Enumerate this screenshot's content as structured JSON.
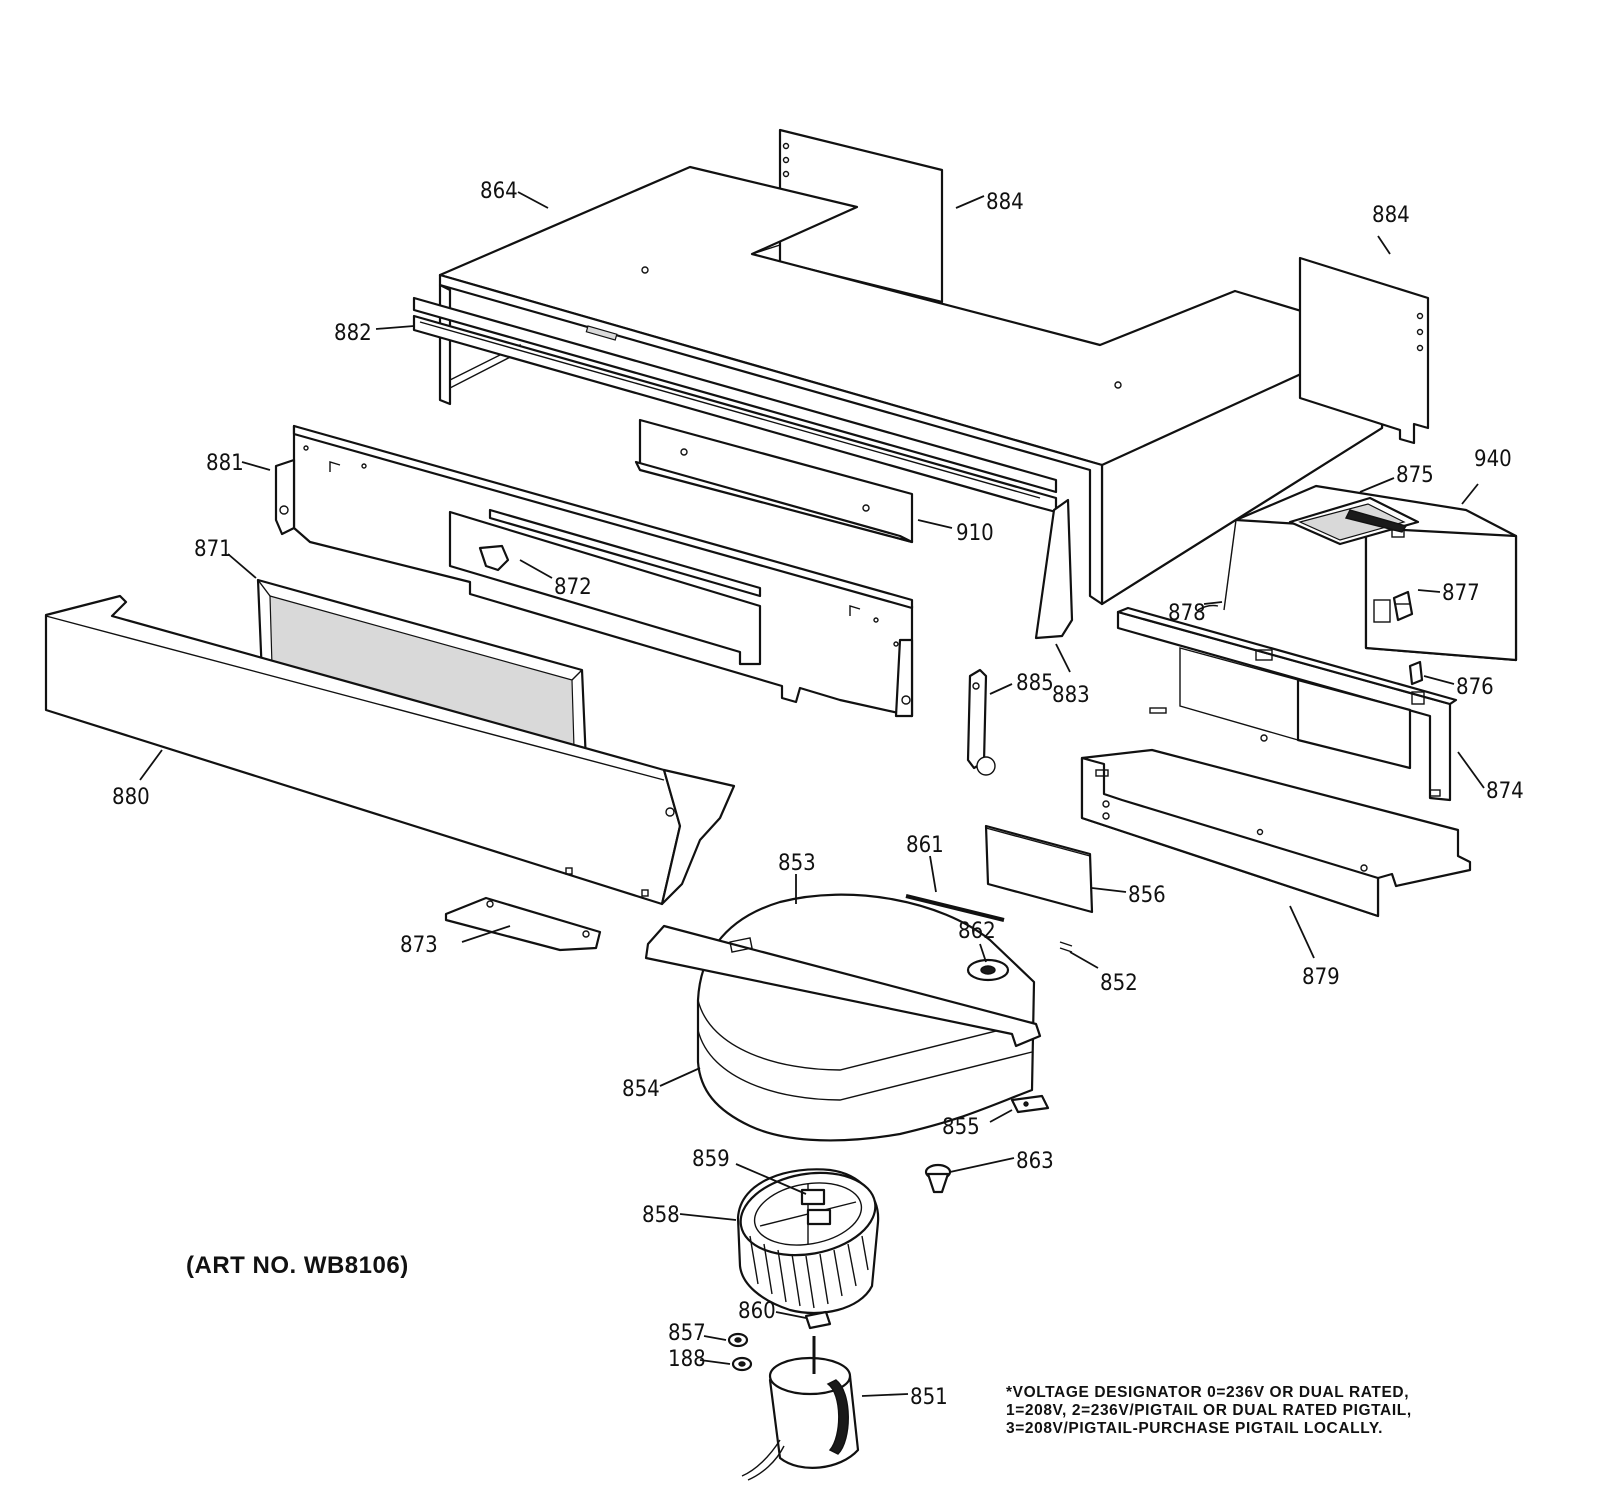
{
  "diagram": {
    "art_number": "(ART NO. WB8106)",
    "voltage_note": [
      "*VOLTAGE DESIGNATOR 0=236V OR DUAL RATED,",
      "1=208V, 2=236V/PIGTAIL OR DUAL RATED PIGTAIL,",
      "3=208V/PIGTAIL-PURCHASE PIGTAIL LOCALLY."
    ],
    "callouts": {
      "p864": "864",
      "p884a": "884",
      "p884b": "884",
      "p882": "882",
      "p881": "881",
      "p871": "871",
      "p872": "872",
      "p910": "910",
      "p875": "875",
      "p940": "940",
      "p877": "877",
      "p878": "878",
      "p876": "876",
      "p885": "885",
      "p883": "883",
      "p874": "874",
      "p880": "880",
      "p861": "861",
      "p856": "856",
      "p853": "853",
      "p862": "862",
      "p852": "852",
      "p879": "879",
      "p873": "873",
      "p854": "854",
      "p855": "855",
      "p859": "859",
      "p863": "863",
      "p858": "858",
      "p860": "860",
      "p857": "857",
      "p188": "188",
      "p851": "851"
    }
  }
}
